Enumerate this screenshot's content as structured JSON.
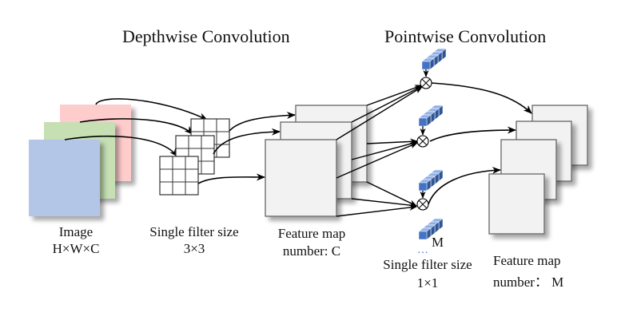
{
  "titles": {
    "depthwise": "Depthwise Convolution",
    "pointwise": "Pointwise Convolution"
  },
  "image": {
    "label": "Image",
    "dims": "H×W×C",
    "channel_colors": [
      "#ffcccc",
      "#c6e0b4",
      "#b4c6e7"
    ]
  },
  "depthwise_filter": {
    "label": "Single filter size",
    "size": "3×3",
    "count": 3
  },
  "depthwise_output": {
    "label": "Feature map",
    "count_label": "number: C"
  },
  "pointwise_filter": {
    "label": "Single filter size",
    "size": "1×1",
    "last_index": "M",
    "ellipsis": "…",
    "color": "#4472c4"
  },
  "pointwise_output": {
    "label": "Feature map",
    "count_label": "number： M"
  },
  "operator": {
    "symbol": "⊗"
  }
}
